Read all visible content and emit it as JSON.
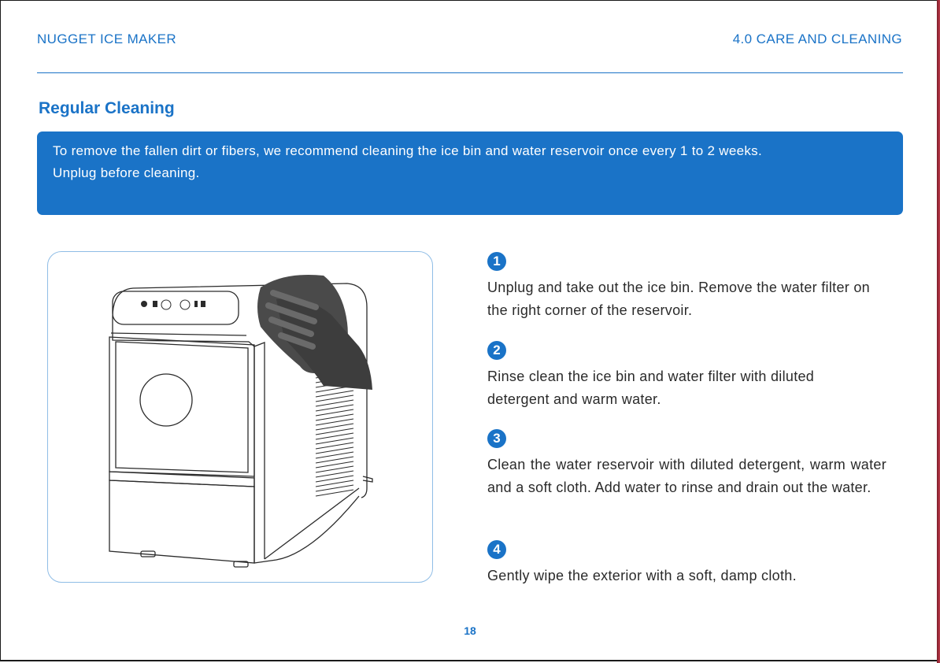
{
  "header": {
    "product": "NUGGET ICE MAKER",
    "section": "4.0 CARE AND CLEANING"
  },
  "section_title": "Regular Cleaning",
  "notice": {
    "line1": "To remove the fallen dirt or fibers, we recommend cleaning the ice bin and water reservoir once every 1 to 2 weeks.",
    "line2": "Unplug before cleaning."
  },
  "steps": [
    {
      "number": "1",
      "text": "Unplug and take out the ice bin. Remove the water filter on the right corner of the reservoir."
    },
    {
      "number": "2",
      "text": "Rinse clean the ice bin and water filter with diluted detergent and warm water."
    },
    {
      "number": "3",
      "text": "Clean the water reservoir with diluted detergent, warm water and a soft cloth. Add water to rinse and drain out the water."
    },
    {
      "number": "4",
      "text": "Gently wipe the exterior with a soft, damp cloth."
    }
  ],
  "page_number": "18",
  "colors": {
    "accent": "#1a73c7",
    "illustration_border": "#8fbde6",
    "text": "#2a2a2a"
  },
  "icons": [
    "ice-maker-illustration",
    "hand-with-cloth-icon",
    "control-panel-icons"
  ]
}
